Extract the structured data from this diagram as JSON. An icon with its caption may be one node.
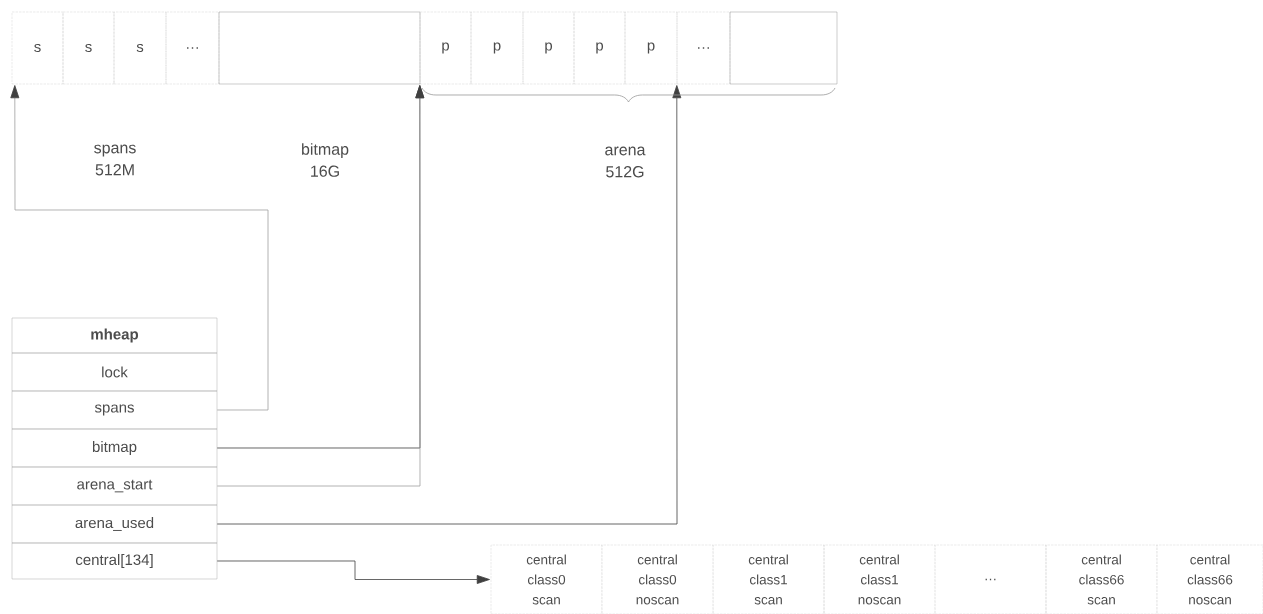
{
  "diagram": {
    "nodes": [
      {
        "text": [
          "s"
        ]
      },
      {
        "text": [
          "s"
        ]
      },
      {
        "text": [
          "s"
        ]
      },
      {
        "text": [
          "…"
        ]
      },
      {
        "text": [],
        "shape": "box"
      },
      {
        "text": [
          "p"
        ]
      },
      {
        "text": [
          "p"
        ]
      },
      {
        "text": [
          "p"
        ]
      },
      {
        "text": [
          "p"
        ]
      },
      {
        "text": [
          "p"
        ]
      },
      {
        "text": [
          "…"
        ]
      },
      {
        "text": [],
        "shape": "box"
      },
      {
        "text": [
          "mheap"
        ]
      },
      {
        "text": [
          "lock"
        ]
      },
      {
        "text": [
          "spans"
        ]
      },
      {
        "text": [
          "bitmap"
        ]
      },
      {
        "text": [
          "arena_start"
        ]
      },
      {
        "text": [
          "arena_used"
        ]
      },
      {
        "text": [
          "central[134]"
        ]
      },
      {
        "text": [
          "central class0 scan"
        ]
      },
      {
        "text": [
          "central class0 noscan"
        ]
      },
      {
        "text": [
          "central class1 scan"
        ]
      },
      {
        "text": [
          "central class1 noscan"
        ]
      },
      {
        "text": [
          "…"
        ]
      },
      {
        "text": [
          "central class66 scan"
        ]
      },
      {
        "text": [
          "central class66 noscan"
        ]
      }
    ],
    "edges": [
      {
        "from": 14,
        "to": 0,
        "arrow": "to",
        "color": "#a0a0a0"
      },
      {
        "from": 15,
        "to": 5,
        "arrow": "to"
      },
      {
        "from": 16,
        "to": 5,
        "arrow": "to",
        "color": "#a0a0a0"
      },
      {
        "from": 17,
        "to": 10,
        "arrow": "to"
      },
      {
        "from": 18,
        "to": 19,
        "arrow": "to"
      }
    ],
    "labels": [
      "spans 512M",
      "bitmap 16G",
      "arena 512G"
    ]
  }
}
